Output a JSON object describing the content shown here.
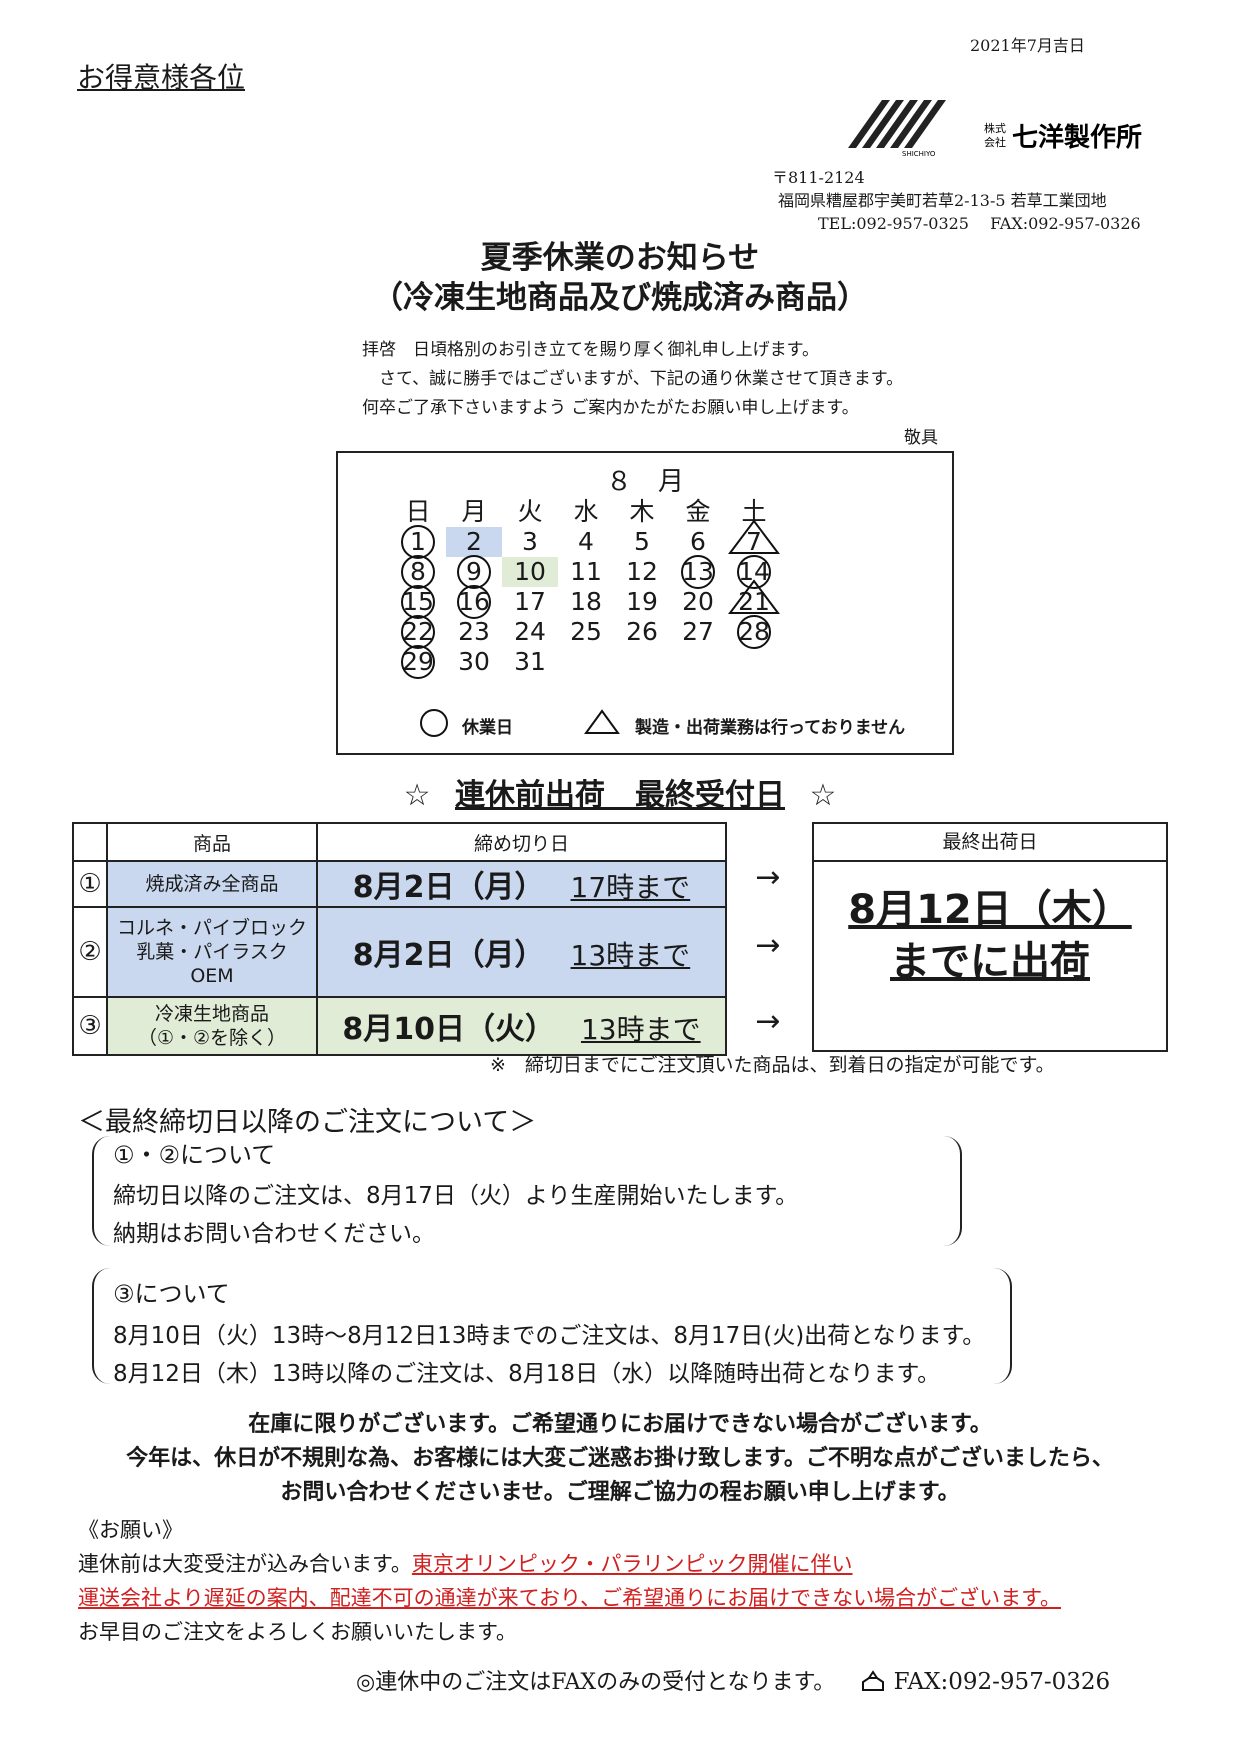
{
  "header": {
    "date": "2021年7月吉日",
    "recipient": "お得意様各位",
    "company": {
      "logo_text": "SHICHIYO",
      "corp_prefix_top": "株式",
      "corp_prefix_bottom": "会社",
      "name": "七洋製作所"
    },
    "address": {
      "postal": "〒811-2124",
      "street": "福岡県糟屋郡宇美町若草2-13-5 若草工業団地",
      "phone_fax": "TEL:092-957-0325　 FAX:092-957-0326"
    }
  },
  "title": {
    "line1": "夏季休業のお知らせ",
    "line2": "（冷凍生地商品及び焼成済み商品）"
  },
  "greeting": {
    "l1": "拝啓　日頃格別のお引き立てを賜り厚く御礼申し上げます。",
    "l2": "　さて、誠に勝手ではございますが、下記の通り休業させて頂きます。",
    "l3": "何卒ご了承下さいますよう ご案内かたがたお願い申し上げます。",
    "closing": "敬具"
  },
  "calendar": {
    "month": "８　月",
    "weekdays": [
      "日",
      "月",
      "火",
      "水",
      "木",
      "金",
      "土"
    ],
    "days": [
      "1",
      "2",
      "3",
      "4",
      "5",
      "6",
      "7",
      "8",
      "9",
      "10",
      "11",
      "12",
      "13",
      "14",
      "15",
      "16",
      "17",
      "18",
      "19",
      "20",
      "21",
      "22",
      "23",
      "24",
      "25",
      "26",
      "27",
      "28",
      "29",
      "30",
      "31"
    ],
    "legend": {
      "holiday": "休業日",
      "no_production": "製造・出荷業務は行っておりません"
    }
  },
  "deadline_section": {
    "heading_left": "☆",
    "heading": "連休前出荷　最終受付日",
    "heading_right": "☆",
    "col_product": "商品",
    "col_deadline": "締め切り日",
    "col_ship": "最終出荷日",
    "arrow": "→",
    "rows": [
      {
        "num": "①",
        "product_l1": "焼成済み全商品",
        "product_l2": "",
        "product_l3": "",
        "date": "8月2日（月）",
        "time": "17時まで"
      },
      {
        "num": "②",
        "product_l1": "コルネ・パイブロック",
        "product_l2": "乳菓・パイラスク",
        "product_l3": "OEM",
        "date": "8月2日（月）",
        "time": "13時まで"
      },
      {
        "num": "③",
        "product_l1": "冷凍生地商品",
        "product_l2": "（①・②を除く）",
        "product_l3": "",
        "date": "8月10日（火）",
        "time": "13時まで"
      }
    ],
    "ship_line1": "8月12日（木）",
    "ship_line2": "までに出荷",
    "note": "※　締切日までにご注文頂いた商品は、到着日の指定が可能です。"
  },
  "after_deadline": {
    "heading": "＜最終締切日以降のご注文について＞",
    "b1_title": "①・②について",
    "b1_l1": "締切日以降のご注文は、8月17日（火）より生産開始いたします。",
    "b1_l2": "納期はお問い合わせください。",
    "b2_title": "③について",
    "b2_l1": "8月10日（火）13時～8月12日13時までのご注文は、8月17日(火)出荷となります。",
    "b2_l2": "8月12日（木）13時以降のご注文は、8月18日（水）以降随時出荷となります。"
  },
  "stock_notice": {
    "l1": "在庫に限りがございます。ご希望通りにお届けできない場合がございます。",
    "l2": "今年は、休日が不規則な為、お客様には大変ご迷惑お掛け致します。ご不明な点がございましたら、",
    "l3": "お問い合わせくださいませ。ご理解ご協力の程お願い申し上げます。"
  },
  "request": {
    "heading": "《お願い》",
    "l1_plain": "連休前は大変受注が込み合います。",
    "l1_red": "東京オリンピック・パラリンピック開催に伴い",
    "l2_red": "運送会社より遅延の案内、配達不可の通達が来ており、ご希望通りにお届けできない場合がございます。",
    "l3": "お早目のご注文をよろしくお願いいたします。"
  },
  "footer": {
    "text": "◎連休中のご注文はFAXのみの受付となります。",
    "fax": "FAX:092-957-0326"
  },
  "colors": {
    "highlight_blue": "#c9d8ee",
    "highlight_green": "#e1ecd7",
    "warning_red": "#d02020"
  }
}
